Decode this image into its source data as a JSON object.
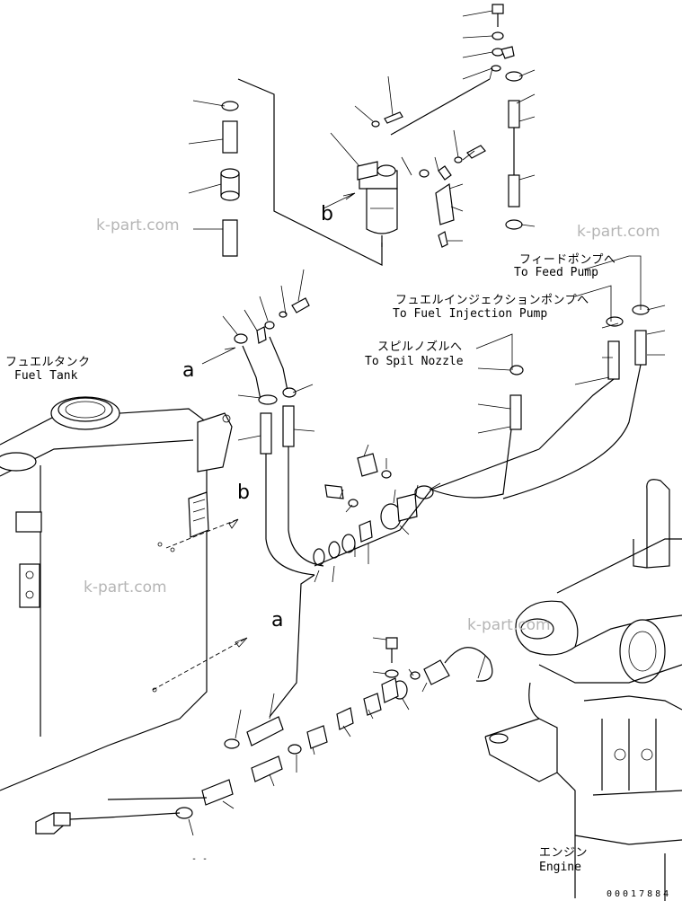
{
  "labels": {
    "feed_pump_jp": "フィードポンプへ",
    "feed_pump_en": "To Feed Pump",
    "injection_pump_jp": "フュエルインジェクションポンプへ",
    "injection_pump_en": "To Fuel Injection Pump",
    "spill_nozzle_jp": "スピルノズルへ",
    "spill_nozzle_en": "To Spil Nozzle",
    "fuel_tank_jp": "フュエルタンク",
    "fuel_tank_en": "Fuel Tank",
    "engine_jp": "エンジン",
    "engine_en": "Engine"
  },
  "callouts": {
    "a_upper": "a",
    "b_upper": "b",
    "b_lower": "b",
    "a_lower": "a",
    "dash_bottom": "- -"
  },
  "watermarks": [
    "k-part.com",
    "k-part.com",
    "k-part.com",
    "k-part.com"
  ],
  "document_number": "00017884"
}
